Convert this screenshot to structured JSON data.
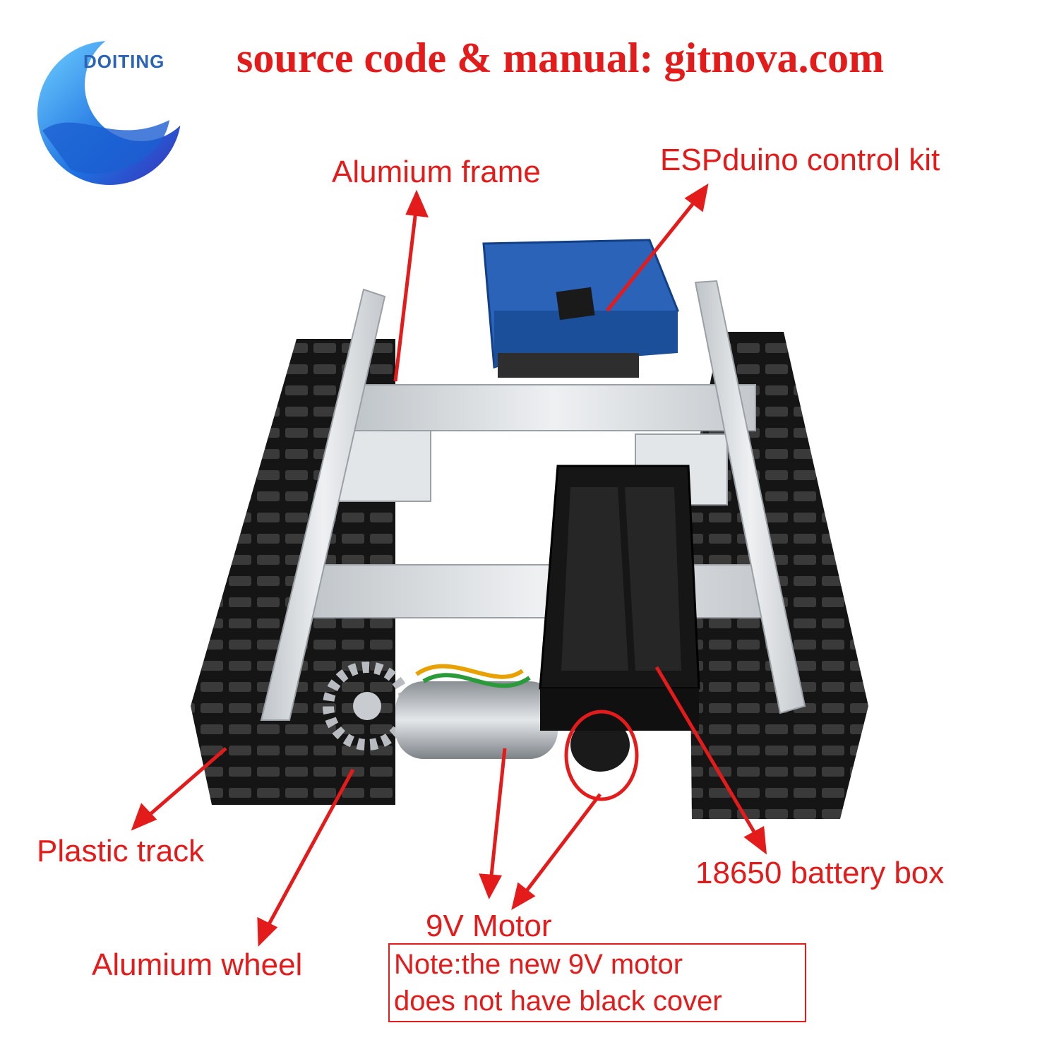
{
  "colors": {
    "accent": "#e31b1b",
    "aluminium": "#d8dcdf",
    "track": "#151515",
    "board": "#2a63b8"
  },
  "logo": {
    "brand": "DOITING",
    "icon": "crescent-moon-wave-logo"
  },
  "header": {
    "text": "source code & manual: gitnova.com"
  },
  "labels": {
    "frame": "Alumium frame",
    "control_kit": "ESPduino control kit",
    "track": "Plastic track",
    "wheel": "Alumium wheel",
    "motor": "9V Motor",
    "battery": "18650 battery box"
  },
  "note": {
    "line1": "Note:the new 9V motor",
    "line2": "does not have black cover"
  }
}
